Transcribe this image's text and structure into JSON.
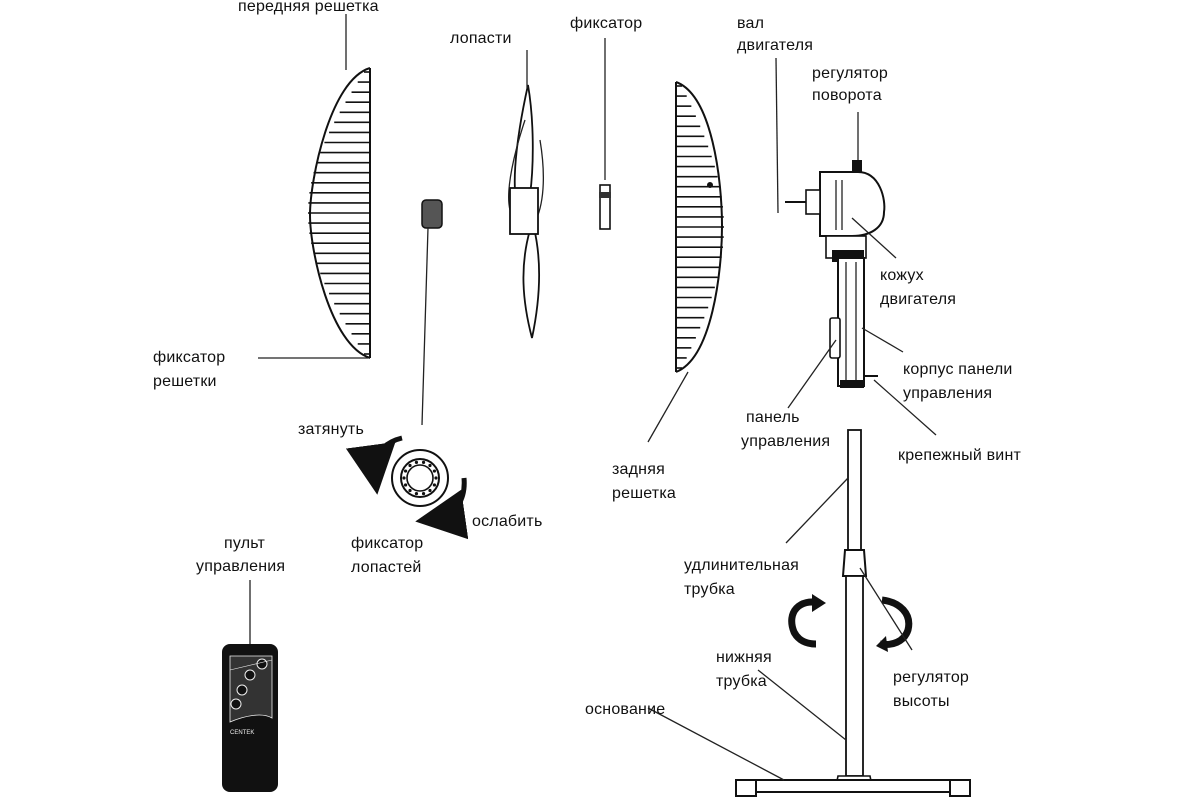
{
  "diagram": {
    "labels": {
      "front_grille": "передняя решетка",
      "blades": "лопасти",
      "latch": "фиксатор",
      "motor_shaft_1": "вал",
      "motor_shaft_2": "двигателя",
      "rotation_1": "регулятор",
      "rotation_2": "поворота",
      "motor_cover_1": "кожух",
      "motor_cover_2": "двигателя",
      "panel_body_1": "корпус панели",
      "panel_body_2": "управления",
      "control_panel_1": "панель",
      "control_panel_2": "управления",
      "fixing_screw": "крепежный винт",
      "grille_latch_1": "фиксатор",
      "grille_latch_2": "решетки",
      "tighten": "затянуть",
      "loosen": "ослабить",
      "blade_latch_1": "фиксатор",
      "blade_latch_2": "лопастей",
      "rear_grille_1": "задняя",
      "rear_grille_2": "решетка",
      "remote_1": "пульт",
      "remote_2": "управления",
      "ext_tube_1": "удлинительная",
      "ext_tube_2": "трубка",
      "lower_tube_1": "нижняя",
      "lower_tube_2": "трубка",
      "height_1": "регулятор",
      "height_2": "высоты",
      "base": "основание"
    },
    "remote": {
      "brand": "CENTEK"
    },
    "colors": {
      "ink": "#111111",
      "background": "#ffffff"
    }
  }
}
